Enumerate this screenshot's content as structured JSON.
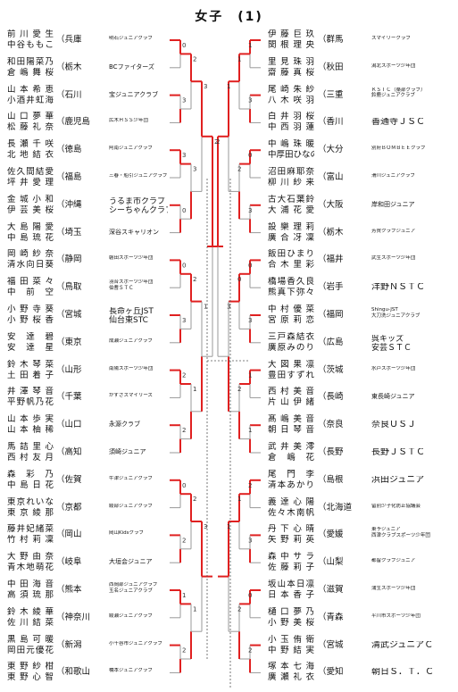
{
  "title": "女子　(1)",
  "left": [
    {
      "names": [
        "前川愛生",
        "中谷ももこ"
      ],
      "pref": "（兵庫",
      "club": "明石ジュニアクラブ",
      "size": "small"
    },
    {
      "names": [
        "和田陽菜乃",
        "倉嶋舞桜"
      ],
      "pref": "（栃木",
      "club": "BCファイターズ",
      "size": "med"
    },
    {
      "names": [
        "山本希恵",
        "小酒井虹海"
      ],
      "pref": "（石川",
      "club": "宝ジュニアクラブ",
      "size": "med"
    },
    {
      "names": [
        "山口夢華",
        "松藤礼奈"
      ],
      "pref": "（鹿児島",
      "club": "広木ＨＳＳ少年団",
      "size": "small"
    },
    {
      "names": [
        "長瀬千咲",
        "北地結衣"
      ],
      "pref": "（徳島",
      "club": "阿南ジュニアクラブ",
      "size": "small"
    },
    {
      "names": [
        "佐久間結愛",
        "坪井愛理"
      ],
      "pref": "（福島",
      "club": "三春・船引ジュニアクラブ",
      "size": "small"
    },
    {
      "names": [
        "金城小和",
        "伊芸美桜"
      ],
      "pref": "（沖縄",
      "club": "うるま市クラブ\nシーちゃんクラブ",
      "size": "two2"
    },
    {
      "names": [
        "大島陽愛",
        "中島琉花"
      ],
      "pref": "（埼玉",
      "club": "深谷スキャリオン",
      "size": "med"
    },
    {
      "names": [
        "岡崎紗奈",
        "清水向日葵"
      ],
      "pref": "（静岡",
      "club": "磐田スポーツ少年団",
      "size": "small"
    },
    {
      "names": [
        "福田菜々",
        "中前空"
      ],
      "pref": "（鳥取",
      "club": "羽合スポーツ少年団\n伯耆ＳＴＣ",
      "size": "two"
    },
    {
      "names": [
        "小野寺葵",
        "小野桜香"
      ],
      "pref": "（宮城",
      "club": "長命ヶ丘JST\n仙台東STC",
      "size": "two2"
    },
    {
      "names": [
        "安達碧",
        "安達星"
      ],
      "pref": "（東京",
      "club": "成瀬ジュニアクラブ",
      "size": "small"
    },
    {
      "names": [
        "鈴木琴菜",
        "土田着子"
      ],
      "pref": "（山形",
      "club": "南陽スポーツ少年団",
      "size": "small"
    },
    {
      "names": [
        "井澤琴音",
        "平野帆乃花"
      ],
      "pref": "（千葉",
      "club": "かずさスマイリーズ",
      "size": "small"
    },
    {
      "names": [
        "山本歩実",
        "山本柚稀"
      ],
      "pref": "（山口",
      "club": "永源クラブ",
      "size": "med"
    },
    {
      "names": [
        "馬詰里心",
        "西村友月"
      ],
      "pref": "（高知",
      "club": "須崎ジュニア",
      "size": "med"
    },
    {
      "names": [
        "森彩乃",
        "中島日花"
      ],
      "pref": "（佐賀",
      "club": "牛津ジュニアクラブ",
      "size": "small"
    },
    {
      "names": [
        "東京れいな",
        "東京綾那"
      ],
      "pref": "（京都",
      "club": "綾部ジュニアクラブ",
      "size": "small"
    },
    {
      "names": [
        "藤井妃緒菜",
        "竹村莉凜"
      ],
      "pref": "（岡山",
      "club": "岡山Kidsクラブ",
      "size": "small"
    },
    {
      "names": [
        "大野由奈",
        "青木地萌花"
      ],
      "pref": "（岐阜",
      "club": "大垣会ジュニア",
      "size": "med"
    },
    {
      "names": [
        "中田海音",
        "高須琉那"
      ],
      "pref": "（熊本",
      "club": "西岡部ジュニアクラブ\n玉名ジュニアクラブ",
      "size": "two"
    },
    {
      "names": [
        "鈴木綾華",
        "佐川結菜"
      ],
      "pref": "（神奈川",
      "club": "綾瀬ジュニアクラブ",
      "size": "small"
    },
    {
      "names": [
        "黒島可暖",
        "岡田元優花"
      ],
      "pref": "（新潟",
      "club": "小千谷市ジュニアクラブ",
      "size": "small"
    },
    {
      "names": [
        "東野紗柑",
        "東野心智"
      ],
      "pref": "（和歌山",
      "club": "橋本ジュニアクラブ",
      "size": "small"
    }
  ],
  "right": [
    {
      "names": [
        "伊藤巨玖",
        "関根理央"
      ],
      "pref": "（群馬",
      "club": "スマイリークラブ",
      "size": "small"
    },
    {
      "names": [
        "里見珠羽",
        "齋藤真桜"
      ],
      "pref": "（秋田",
      "club": "潟北スポーツ少年団",
      "size": "small"
    },
    {
      "names": [
        "尾崎朱紗",
        "八木咲羽"
      ],
      "pref": "（三重",
      "club": "ＫＳＴＣ（桑部クラブ）\n鈴鹿ジュニアクラブ",
      "size": "two"
    },
    {
      "names": [
        "白井羽桜",
        "中西羽蓮"
      ],
      "pref": "（香川",
      "club": "善通寺ＪＳＣ",
      "size": "big"
    },
    {
      "names": [
        "中嶋珠暖",
        "中厚田ひなの"
      ],
      "pref": "（大分",
      "club": "別府ＢＯＭＢＥＥクラブ",
      "size": "small"
    },
    {
      "names": [
        "沼田麻耶奈",
        "柳川紗来"
      ],
      "pref": "（富山",
      "club": "滑川ジュニアクラブ",
      "size": "small"
    },
    {
      "names": [
        "古大石葉鈴",
        "大浦花愛"
      ],
      "pref": "（大阪",
      "club": "岸和田ジュニア",
      "size": "med"
    },
    {
      "names": [
        "設樂理莉",
        "廣合冴凜"
      ],
      "pref": "（栃木",
      "club": "芳賀クラブジュニア",
      "size": "small"
    },
    {
      "names": [
        "飯田ひまり",
        "合木里彩"
      ],
      "pref": "（福井",
      "club": "武生スポーツ少年団",
      "size": "small"
    },
    {
      "names": [
        "橋場香久良",
        "熊真下弥々"
      ],
      "pref": "（岩手",
      "club": "洋野ＮＳＴＣ",
      "size": "big"
    },
    {
      "names": [
        "中村優菜",
        "宮原莉恋"
      ],
      "pref": "（福岡",
      "club": "Shingu-JST\n大刀洗ジュニアクラブ",
      "size": "two"
    },
    {
      "names": [
        "三戸森結衣",
        "廣原みのり"
      ],
      "pref": "（広島",
      "club": "呉キッズ\n安芸ＳＴＣ",
      "size": "two2"
    },
    {
      "names": [
        "大図果凛",
        "豊田すずれ"
      ],
      "pref": "（茨城",
      "club": "水戸スポーツ少年団",
      "size": "small"
    },
    {
      "names": [
        "西村美音",
        "片山伊緒"
      ],
      "pref": "（長崎",
      "club": "東長崎ジュニア",
      "size": "med"
    },
    {
      "names": [
        "髙嶋美音",
        "朝日琴音"
      ],
      "pref": "（奈良",
      "club": "奈良ＵＳＪ",
      "size": "big"
    },
    {
      "names": [
        "武井美澪",
        "倉嶋花"
      ],
      "pref": "（長野",
      "club": "長野ＪＳＴＣ",
      "size": "big"
    },
    {
      "names": [
        "尾門李",
        "清本あかり"
      ],
      "pref": "（島根",
      "club": "浜田ジュニア",
      "size": "big"
    },
    {
      "names": [
        "義達心陽",
        "佐々木南帆"
      ],
      "pref": "（北海道",
      "club": "留別少子化防止協議会",
      "size": "small"
    },
    {
      "names": [
        "丹下心晴",
        "矢野莉英"
      ],
      "pref": "（愛媛",
      "club": "東予ジュニア\n西津クラブスポーツ少年団",
      "size": "two"
    },
    {
      "names": [
        "森中サラ",
        "佐藤莉子"
      ],
      "pref": "（山梨",
      "club": "都留クラブジュニア",
      "size": "small"
    },
    {
      "names": [
        "坂山本日凛",
        "日本香子"
      ],
      "pref": "（滋賀",
      "club": "蒲生スポーツ少年団",
      "size": "small"
    },
    {
      "names": [
        "樋口夢乃",
        "小野美桜"
      ],
      "pref": "（青森",
      "club": "平川市スポーツ少年団",
      "size": "small"
    },
    {
      "names": [
        "小玉侑衛",
        "中野結実"
      ],
      "pref": "（宮城",
      "club": "清武ジュニアＣ",
      "size": "big"
    },
    {
      "names": [
        "塚本七海",
        "廣瀬礼衣"
      ],
      "pref": "（愛知",
      "club": "朝日Ｓ．Ｔ．Ｃ",
      "size": "big"
    }
  ],
  "scores": {
    "left": [
      "0",
      "3",
      "3",
      "0",
      "0",
      "3",
      "2",
      "2",
      "0",
      "2",
      "1",
      "2",
      "2",
      "3",
      "2",
      "1",
      "2",
      "1",
      "3",
      "1",
      "3",
      "2",
      "2",
      "3",
      "2",
      "2",
      "0",
      "0",
      "0",
      "2",
      "2",
      "2",
      "2",
      "1"
    ],
    "right": [
      "1",
      "3",
      "0",
      "3",
      "0",
      "3",
      "1",
      "1",
      "2",
      "3",
      "0",
      "2",
      "1",
      "2",
      "0",
      "2",
      "1",
      "2",
      "1",
      "3",
      "1",
      "2",
      "1",
      "2",
      "2",
      "2",
      "0"
    ]
  }
}
